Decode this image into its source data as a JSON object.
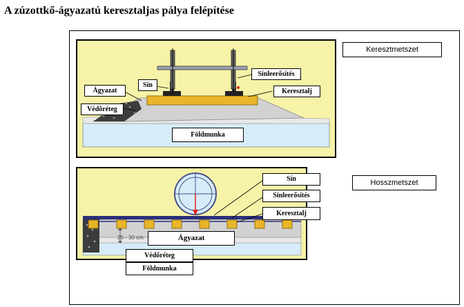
{
  "title": "A zúzottkő-ágyazatú keresztaljas pálya felépítése",
  "cross_section": {
    "heading": "Keresztmetszet",
    "labels": {
      "agyazat": "Ágyazat",
      "sin": "Sín",
      "sinleerosites": "Sínleerősítés",
      "keresztalj": "Keresztalj",
      "vedoreteg": "Védőréteg",
      "foldmunka": "Földmunka"
    }
  },
  "long_section": {
    "heading": "Hosszmetszet",
    "labels": {
      "sin": "Sín",
      "sinleerosites": "Sínleerősítés",
      "keresztalj": "Keresztalj",
      "agyazat": "Ágyazat",
      "vedoreteg": "Védőréteg",
      "foldmunka": "Földmunka"
    },
    "depth": "25 - 30 cm"
  },
  "colors": {
    "panel_bg": "#f6f3a8",
    "subgrade": "#d6ecf8",
    "ballast": "#d2d2d2",
    "sleeper": "#e9b52a",
    "rail": "#2a2f7a",
    "arrow": "#e02020"
  }
}
